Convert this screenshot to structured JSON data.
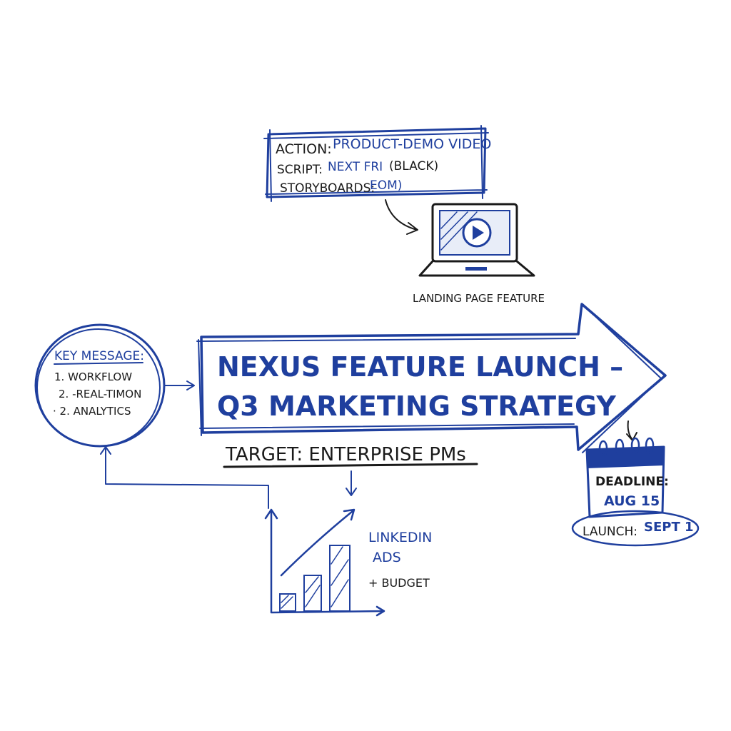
{
  "colors": {
    "ink_blue": "#1f3f9e",
    "ink_black": "#1a1a1a",
    "background": "#ffffff"
  },
  "action_box": {
    "action_label": "ACTION:",
    "action_value": "PRODUCT-DEMO VIDEO",
    "script_label": "SCRIPT:",
    "script_value": "NEXT FRI",
    "script_note": "(BLACK)",
    "storyboards_label": "STORYBOARDS:",
    "storyboards_value": "EOM)"
  },
  "laptop": {
    "icon": "laptop-play-icon",
    "caption": "LANDING PAGE FEATURE"
  },
  "key_message": {
    "title": "KEY MESSAGE:",
    "items": [
      "1. WORKFLOW",
      "2. -REAL-TIMON",
      "· 2. ANALYTICS"
    ]
  },
  "main_arrow": {
    "line1": "NEXUS FEATURE LAUNCH –",
    "line2": "Q3 MARKETING STRATEGY"
  },
  "target": "TARGET: ENTERPRISE PMs",
  "calendar": {
    "icon": "calendar-icon",
    "deadline_label": "DEADLINE:",
    "deadline_value": "AUG 15",
    "launch_label": "LAUNCH:",
    "launch_value": "SEPT 1"
  },
  "chart": {
    "icon": "bar-chart-growth-icon",
    "label_line1": "LINKEDIN",
    "label_line2": "ADS",
    "budget": "+ BUDGET"
  }
}
